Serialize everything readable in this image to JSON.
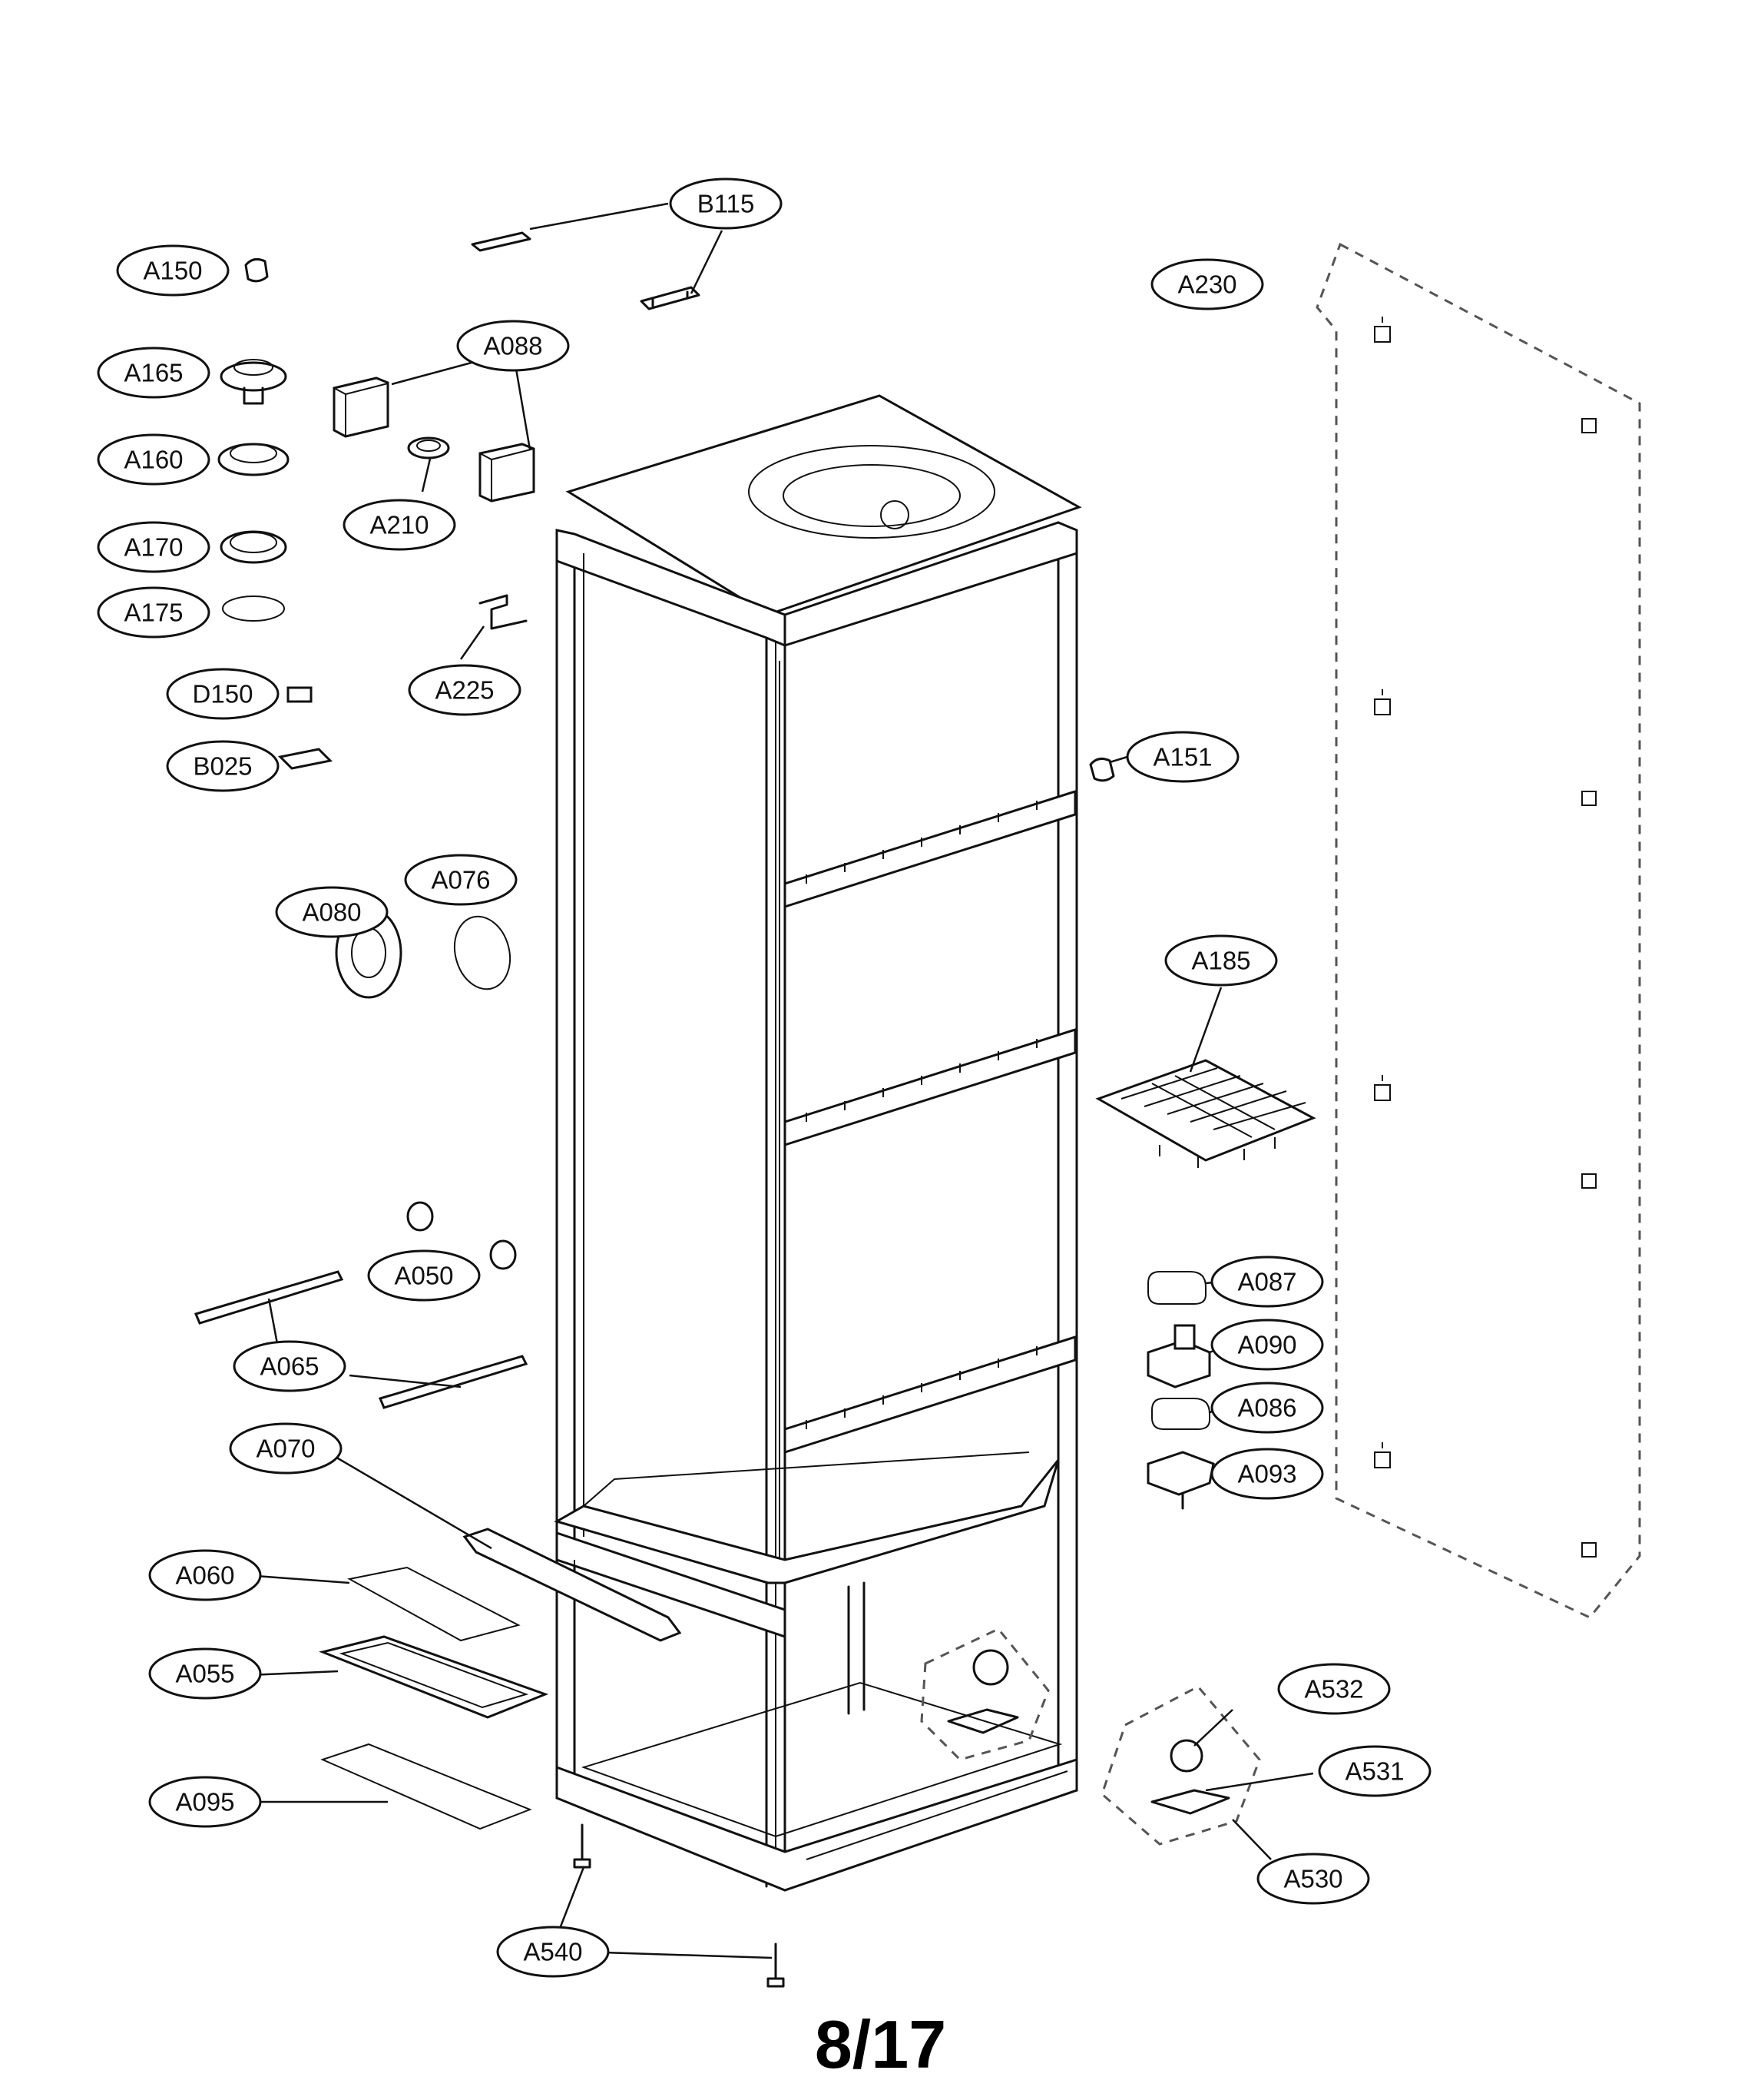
{
  "page": {
    "number": "8/17"
  },
  "callouts": [
    {
      "id": "B115",
      "label": "B115"
    },
    {
      "id": "A150",
      "label": "A150"
    },
    {
      "id": "A230",
      "label": "A230"
    },
    {
      "id": "A165",
      "label": "A165"
    },
    {
      "id": "A088",
      "label": "A088"
    },
    {
      "id": "A160",
      "label": "A160"
    },
    {
      "id": "A210",
      "label": "A210"
    },
    {
      "id": "A170",
      "label": "A170"
    },
    {
      "id": "A175",
      "label": "A175"
    },
    {
      "id": "D150",
      "label": "D150"
    },
    {
      "id": "A225",
      "label": "A225"
    },
    {
      "id": "B025",
      "label": "B025"
    },
    {
      "id": "A151",
      "label": "A151"
    },
    {
      "id": "A076",
      "label": "A076"
    },
    {
      "id": "A080",
      "label": "A080"
    },
    {
      "id": "A185",
      "label": "A185"
    },
    {
      "id": "A050",
      "label": "A050"
    },
    {
      "id": "A087",
      "label": "A087"
    },
    {
      "id": "A090",
      "label": "A090"
    },
    {
      "id": "A065",
      "label": "A065"
    },
    {
      "id": "A086",
      "label": "A086"
    },
    {
      "id": "A070",
      "label": "A070"
    },
    {
      "id": "A093",
      "label": "A093"
    },
    {
      "id": "A060",
      "label": "A060"
    },
    {
      "id": "A055",
      "label": "A055"
    },
    {
      "id": "A532",
      "label": "A532"
    },
    {
      "id": "A531",
      "label": "A531"
    },
    {
      "id": "A095",
      "label": "A095"
    },
    {
      "id": "A530",
      "label": "A530"
    },
    {
      "id": "A540",
      "label": "A540"
    }
  ]
}
